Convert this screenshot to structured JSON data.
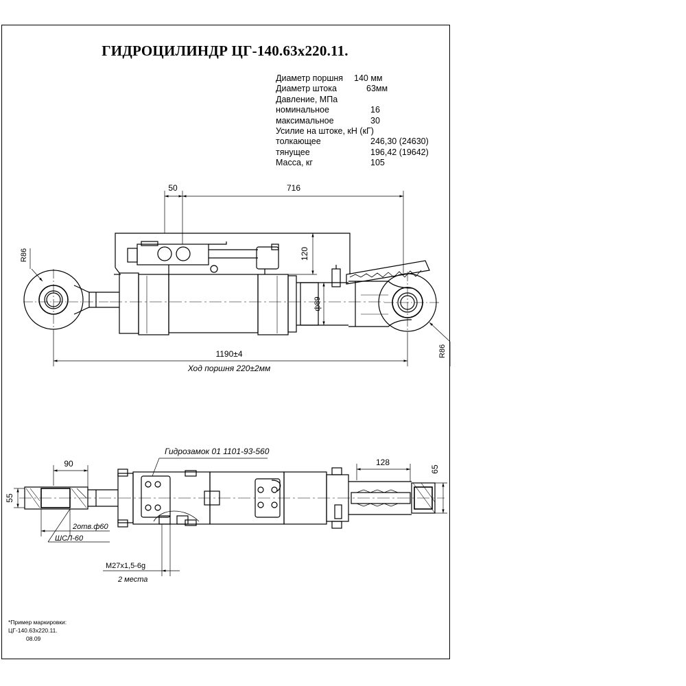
{
  "title": "ГИДРОЦИЛИНДР ЦГ-140.63х220.11.",
  "specs": [
    {
      "label": "Диаметр поршня",
      "value": "140 мм"
    },
    {
      "label": "Диаметр штока",
      "value": "63мм"
    },
    {
      "label": "Давление, МПа",
      "value": ""
    },
    {
      "label": "номинальное",
      "value": "16"
    },
    {
      "label": "максимальное",
      "value": "30"
    },
    {
      "label": "Усилие на штоке, кН (кГ)",
      "value": ""
    },
    {
      "label": "толкающее",
      "value": "246,30 (24630)"
    },
    {
      "label": "тянущее",
      "value": "196,42 (19642)"
    },
    {
      "label": "Масса, кг",
      "value": "105"
    }
  ],
  "dimensions": {
    "d50": "50",
    "d716": "716",
    "d120": "120",
    "r86_left": "R86",
    "r86_right": "R86",
    "phi89": "ф89",
    "length": "1190±4",
    "stroke": "Ход поршня 220±2мм",
    "d90": "90",
    "d55": "55",
    "d128": "128",
    "d65": "65",
    "holes": "2отв.ф60",
    "bearing": "ШСЛ-60",
    "thread": "М27х1,5-6g",
    "places": "2 места"
  },
  "hydrolock_label": "Гидрозамок 01 1101-93-560",
  "marking_note": {
    "line1": "*Пример маркировки:",
    "line2": "ЦГ-140.63х220.11.",
    "line3": "08.09"
  }
}
